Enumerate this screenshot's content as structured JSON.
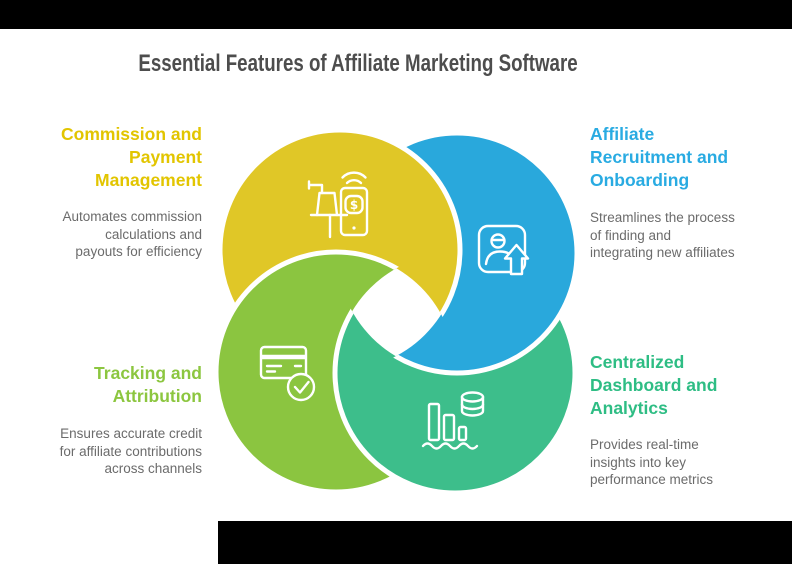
{
  "title": "Essential Features of Affiliate Marketing Software",
  "colors": {
    "background": "#FFFFFF",
    "frame": "#000000",
    "title_text": "#4D4D4D",
    "description_text": "#6B6B6B",
    "icon_stroke": "#FFFFFF"
  },
  "features": {
    "commission": {
      "heading": "Commission and\nPayment\nManagement",
      "description": "Automates commission\ncalculations and\npayouts for efficiency",
      "accent": "#E2C500",
      "circle": "#E0C727",
      "icon": "payment-icon",
      "currency_symbol": "$"
    },
    "recruitment": {
      "heading": "Affiliate\nRecruitment and\nOnboarding",
      "description": "Streamlines the process\nof finding and\nintegrating new affiliates",
      "accent": "#29ABE2",
      "circle": "#29A8DC",
      "icon": "user-upload-icon"
    },
    "tracking": {
      "heading": "Tracking and\nAttribution",
      "description": "Ensures accurate credit\nfor affiliate contributions\nacross channels",
      "accent": "#8CC63F",
      "circle": "#8BC540",
      "icon": "card-check-icon"
    },
    "dashboard": {
      "heading": "Centralized\nDashboard and\nAnalytics",
      "description": "Provides real-time\ninsights into key\nperformance metrics",
      "accent": "#2EBD84",
      "circle": "#3DBE8B",
      "icon": "chart-coins-icon"
    }
  }
}
